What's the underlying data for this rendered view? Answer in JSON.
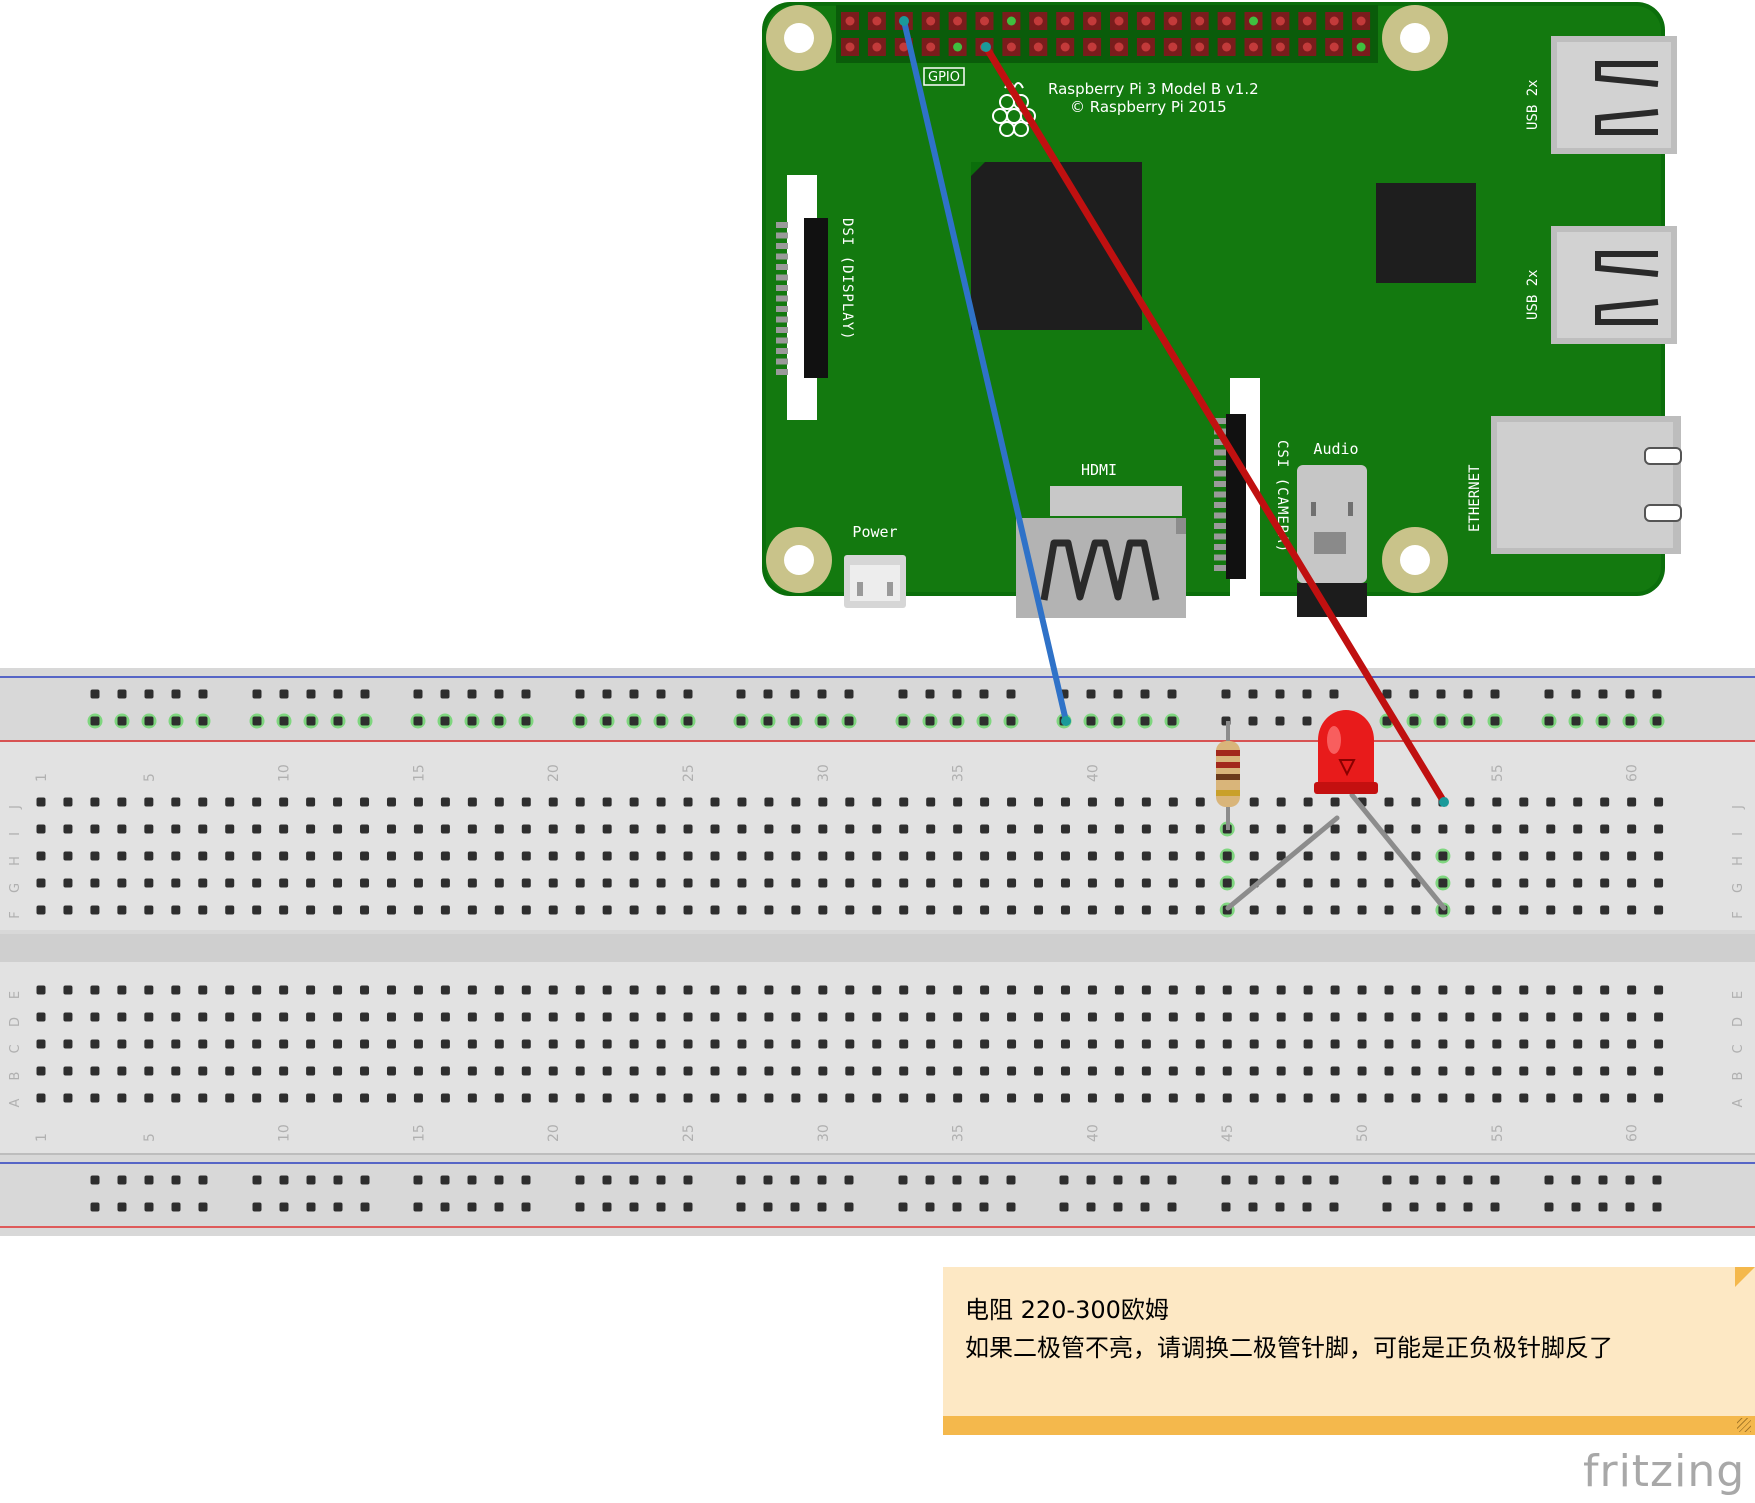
{
  "raspberry_pi": {
    "model_line": "Raspberry Pi 3 Model B v1.2",
    "copyright_line": "© Raspberry Pi 2015",
    "gpio_label": "GPIO",
    "dsi_label": "DSI (DISPLAY)",
    "csi_label": "CSI (CAMERA)",
    "hdmi_label": "HDMI",
    "power_label": "Power",
    "audio_label": "Audio",
    "usb_label_1": "USB 2x",
    "usb_label_2": "USB 2x",
    "ethernet_label": "ETHERNET",
    "board_color": "#1a8a1a"
  },
  "breadboard": {
    "column_numbers": [
      "1",
      "5",
      "10",
      "15",
      "20",
      "25",
      "30",
      "35",
      "40",
      "45",
      "50",
      "55",
      "60"
    ],
    "top_row_letters": [
      "J",
      "I",
      "H",
      "G",
      "F"
    ],
    "bottom_row_letters": [
      "E",
      "D",
      "C",
      "B",
      "A"
    ]
  },
  "wires": {
    "blue_color": "#2f72c8",
    "red_color": "#c01010",
    "lead_color": "#8c8c8c"
  },
  "note": {
    "line1": "电阻 220-300欧姆",
    "line2": "如果二极管不亮，请调换二极管针脚，可能是正负极针脚反了"
  },
  "logo": "fritzing"
}
